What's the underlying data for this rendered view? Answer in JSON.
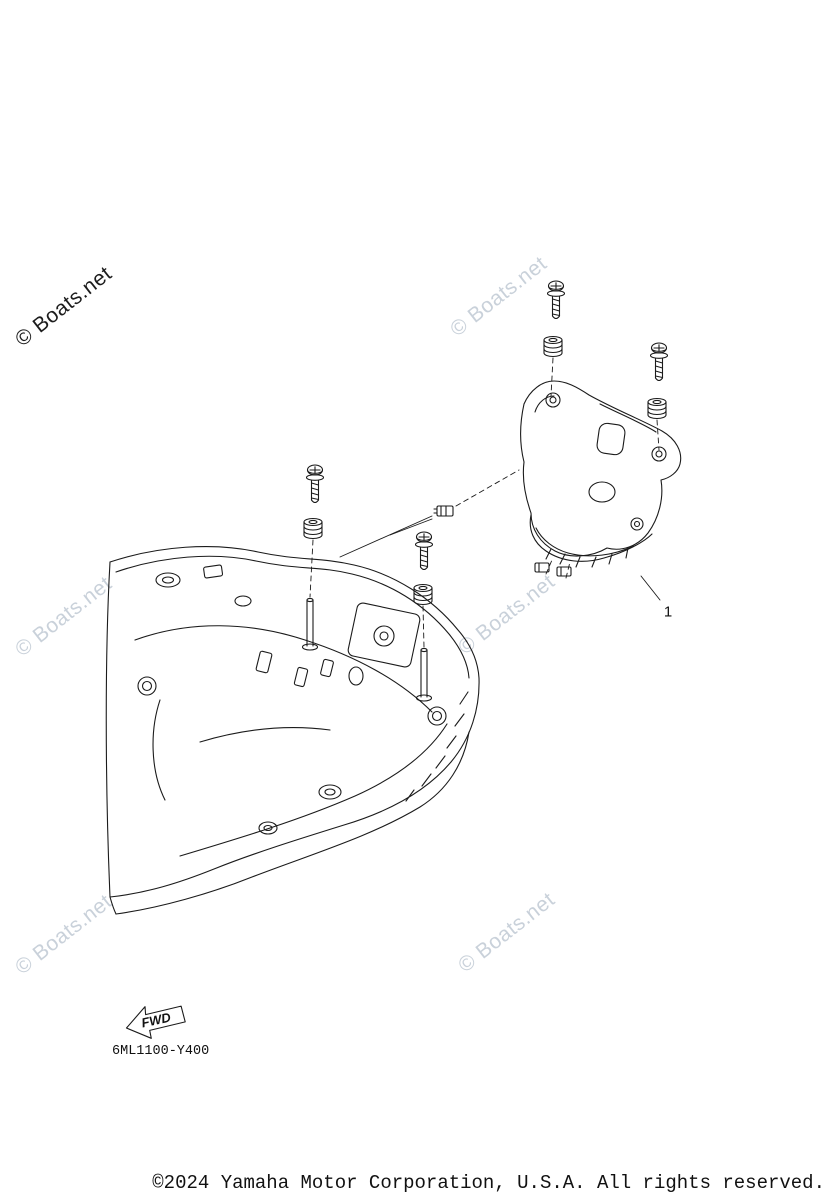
{
  "watermarks": {
    "text": "© Boats.net",
    "dark_color": "#1c1c1c",
    "light_color": "#c9d1da"
  },
  "diagram": {
    "line_color": "#1b1b1b",
    "part_label": "1",
    "fwd_label": "FWD",
    "code": "6ML1100-Y400"
  },
  "footer": {
    "copyright": "©2024 Yamaha Motor Corporation, U.S.A. All rights reserved."
  }
}
